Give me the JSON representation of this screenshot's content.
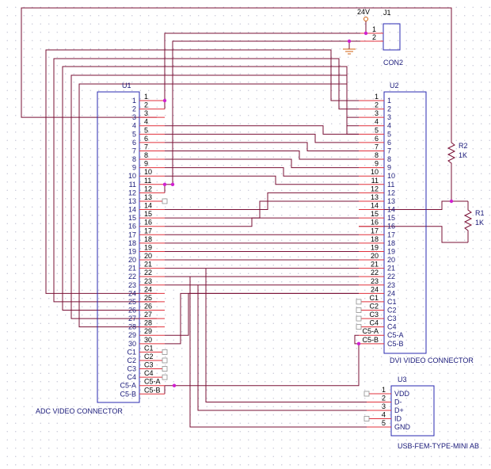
{
  "schematic": {
    "colors": {
      "wire": "#7a1036",
      "pin": "#e0303c",
      "body": "#2a2ab0",
      "junction": "#d020d0",
      "ground": "#d06010",
      "text": "#1a1a7a"
    },
    "power": {
      "label": "24V"
    },
    "j1": {
      "ref": "J1",
      "value": "CON2",
      "pins": [
        "1",
        "2"
      ]
    },
    "u1": {
      "ref": "U1",
      "title": "ADC VIDEO CONNECTOR",
      "inner_pins": [
        "1",
        "2",
        "3",
        "4",
        "5",
        "6",
        "7",
        "8",
        "9",
        "10",
        "11",
        "12",
        "13",
        "14",
        "15",
        "16",
        "17",
        "18",
        "19",
        "20",
        "21",
        "22",
        "23",
        "24",
        "25",
        "26",
        "27",
        "28",
        "29",
        "30",
        "C1",
        "C2",
        "C3",
        "C4",
        "C5-A",
        "C5-B"
      ],
      "outer_pins": [
        "1",
        "2",
        "3",
        "4",
        "5",
        "6",
        "7",
        "8",
        "9",
        "10",
        "11",
        "12",
        "13",
        "14",
        "15",
        "16",
        "17",
        "18",
        "19",
        "20",
        "21",
        "22",
        "23",
        "24",
        "25",
        "26",
        "27",
        "28",
        "29",
        "30",
        "C1",
        "C2",
        "C3",
        "C4",
        "C5-A",
        "C5-B"
      ]
    },
    "u2": {
      "ref": "U2",
      "title": "DVI VIDEO CONNECTOR",
      "inner_pins": [
        "1",
        "2",
        "3",
        "4",
        "5",
        "6",
        "7",
        "8",
        "9",
        "10",
        "11",
        "12",
        "13",
        "14",
        "15",
        "16",
        "17",
        "18",
        "19",
        "20",
        "21",
        "22",
        "23",
        "24",
        "C1",
        "C2",
        "C3",
        "C4",
        "C5-A",
        "C5-B"
      ],
      "outer_pins": [
        "1",
        "2",
        "3",
        "4",
        "5",
        "6",
        "7",
        "8",
        "9",
        "10",
        "11",
        "12",
        "13",
        "14",
        "15",
        "16",
        "17",
        "18",
        "19",
        "20",
        "21",
        "22",
        "23",
        "24",
        "C1",
        "C2",
        "C3",
        "C4",
        "C5-A",
        "C5-B"
      ]
    },
    "u3": {
      "ref": "U3",
      "title": "USB-FEM-TYPE-MINI AB",
      "pins": [
        {
          "num": "1",
          "name": "VDD"
        },
        {
          "num": "2",
          "name": "D-"
        },
        {
          "num": "3",
          "name": "D+"
        },
        {
          "num": "4",
          "name": "ID"
        },
        {
          "num": "5",
          "name": "GND"
        }
      ]
    },
    "r1": {
      "ref": "R1",
      "value": "1K"
    },
    "r2": {
      "ref": "R2",
      "value": "1K"
    }
  }
}
